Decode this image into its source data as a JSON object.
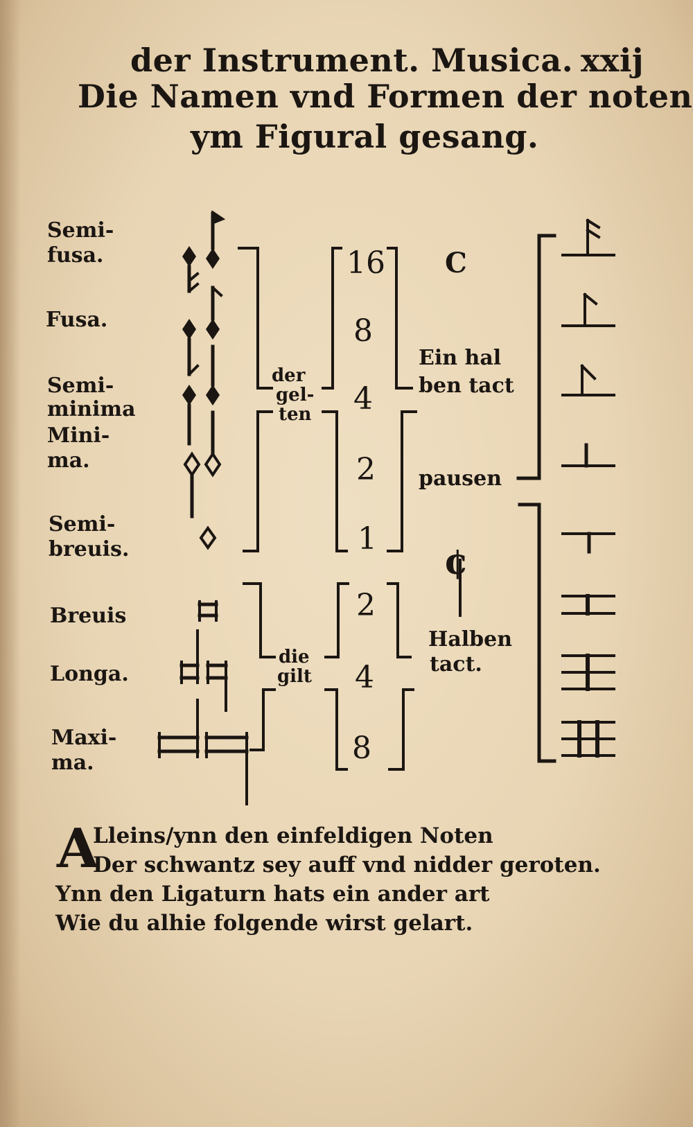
{
  "header": {
    "line1": "der Instrument. Musica.",
    "folio": "xxij",
    "line2": "Die Namen vnd Formen der noten/",
    "line3": "ym Figural gesang."
  },
  "note_labels": [
    {
      "line1": "Semi-",
      "line2": "fusa."
    },
    {
      "line1": "Fusa.",
      "line2": ""
    },
    {
      "line1": "Semi-",
      "line2": "minima"
    },
    {
      "line1": "Mini-",
      "line2": "ma."
    },
    {
      "line1": "Semi-",
      "line2": "breuis."
    },
    {
      "line1": "Breuis",
      "line2": ""
    },
    {
      "line1": "Longa.",
      "line2": ""
    },
    {
      "line1": "Maxi-",
      "line2": "ma."
    }
  ],
  "group_labels": {
    "geltend_small": [
      "der",
      "gel-",
      "ten"
    ],
    "geltend_large": [
      "die",
      "gilt"
    ]
  },
  "values": [
    "16",
    "8",
    "4",
    "2",
    "1",
    "2",
    "4",
    "8"
  ],
  "mensuration": {
    "sign_c": "C",
    "half_tact_lines": [
      "Ein hal",
      "ben tact"
    ],
    "pausen": "pausen",
    "sign_c_cut": "¢",
    "halben_tact_lines": [
      "Halben",
      "tact."
    ]
  },
  "verse": {
    "initial": "A",
    "lines": [
      "Lleins/ynn den einfeldigen Noten",
      "Der schwantz sey auff vnd nidder geroten.",
      "Ynn den Ligaturn hats ein ander art",
      "Wie du alhie folgende wirst gelart."
    ]
  },
  "colors": {
    "paper": "#ecdcbf",
    "ink": "#1b1612"
  }
}
